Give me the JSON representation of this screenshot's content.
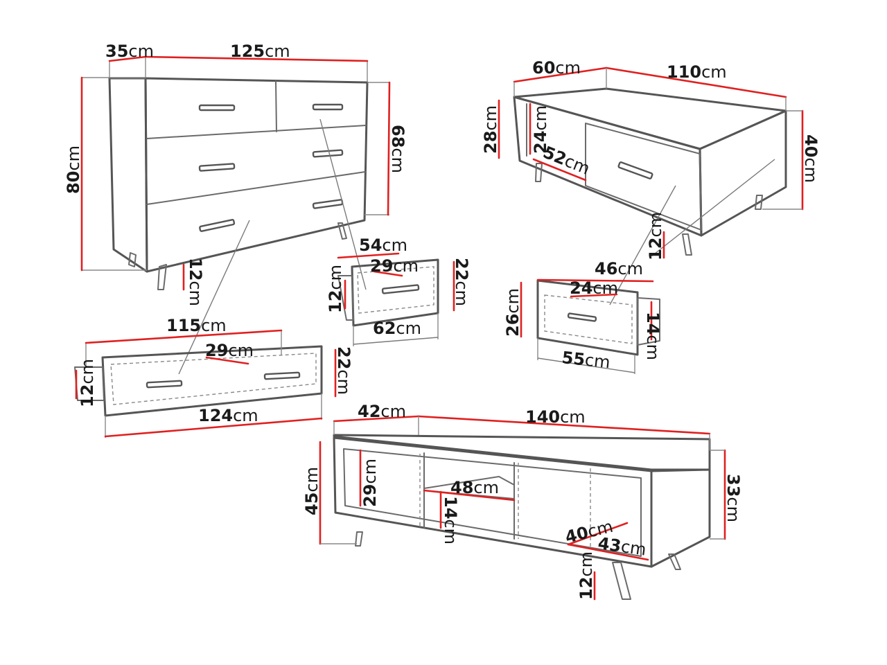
{
  "dimensions": {
    "dresser_depth": "35cm",
    "dresser_width": "125cm",
    "dresser_height": "80cm",
    "dresser_body_height": "68cm",
    "dresser_leg_height": "12cm",
    "small_drawer_width": "54cm",
    "small_drawer_inner_depth": "29cm",
    "small_drawer_height": "22cm",
    "small_drawer_side_height": "12cm",
    "small_drawer_depth": "62cm",
    "large_drawer_width": "115cm",
    "large_drawer_inner_depth": "29cm",
    "large_drawer_height": "22cm",
    "large_drawer_side_height": "12cm",
    "large_drawer_depth": "124cm",
    "table_depth": "60cm",
    "table_width": "110cm",
    "table_height": "40cm",
    "table_body_height": "28cm",
    "table_niche_height": "24cm",
    "table_niche_width": "52cm",
    "table_leg_height": "12cm",
    "table_drawer_width": "46cm",
    "table_drawer_inner_depth": "24cm",
    "table_drawer_height": "26cm",
    "table_drawer_side_height": "14cm",
    "table_drawer_depth": "55cm",
    "tv_depth": "42cm",
    "tv_width": "140cm",
    "tv_height": "45cm",
    "tv_body_height": "33cm",
    "tv_niche_height": "29cm",
    "tv_shelf_width": "48cm",
    "tv_shelf_gap": "14cm",
    "tv_compartment_width": "40cm",
    "tv_compartment_depth": "43cm",
    "tv_leg_height": "12cm"
  },
  "colors": {
    "outline": "#555555",
    "dimension_line": "#e02020",
    "text": "#1a1a1a"
  }
}
